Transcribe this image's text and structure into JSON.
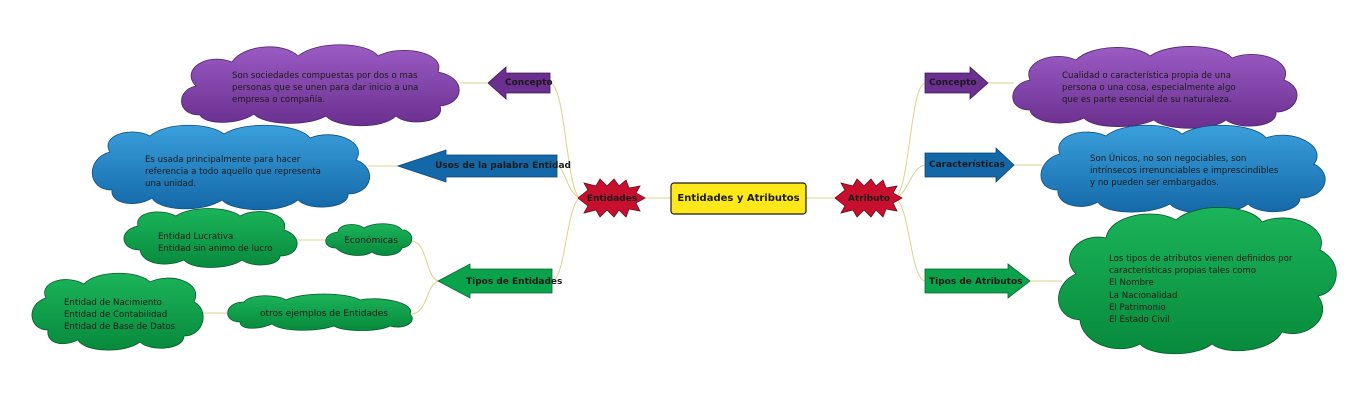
{
  "central": {
    "title": "Entidades y Atributos"
  },
  "entidades": {
    "label": "Entidades",
    "concepto": {
      "label": "Concepto",
      "text": [
        "Son sociedades compuestas por dos o mas",
        "personas que se unen para dar inicio a una",
        "empresa o compañía."
      ]
    },
    "usos": {
      "label": "Usos de la palabra Entidad",
      "text": [
        "Es usada principalmente para hacer",
        "referencia a todo aquello que representa",
        "una unidad."
      ]
    },
    "tipos": {
      "label": "Tipos de Entidades",
      "economicas": {
        "label": "Económicas",
        "text": [
          "Entidad Lucrativa",
          "Entidad sin animo de lucro"
        ]
      },
      "otros": {
        "label": "otros ejemplos de Entidades",
        "text": [
          "Entidad de Nacimiento",
          "Entidad de Contabilidad",
          "Entidad de Base de Datos"
        ]
      }
    }
  },
  "atributo": {
    "label": "Atributo",
    "concepto": {
      "label": "Concepto",
      "text": [
        "Cualidad o característica propia de una",
        "persona o una cosa, especialmente algo",
        "que es parte esencial de su naturaleza."
      ]
    },
    "caracteristicas": {
      "label": "Características",
      "text": [
        "Son Únicos, no son negociables, son",
        "intrínsecos irrenunciables e imprescindibles",
        "y no pueden ser embargados."
      ]
    },
    "tipos": {
      "label": "Tipos de Atributos",
      "text": [
        "Los tipos de atributos vienen definidos por",
        "características propias tales como",
        "El Nombre",
        "La Nacionalidad",
        "El Patrimonio",
        "El Estado Civil"
      ]
    }
  },
  "colors": {
    "purple": "#7a3fa0",
    "blue": "#1f7fc0",
    "green": "#0aa24a",
    "red": "#c8102e",
    "yellow": "#ffe81a",
    "connector": "#d9d48a"
  }
}
